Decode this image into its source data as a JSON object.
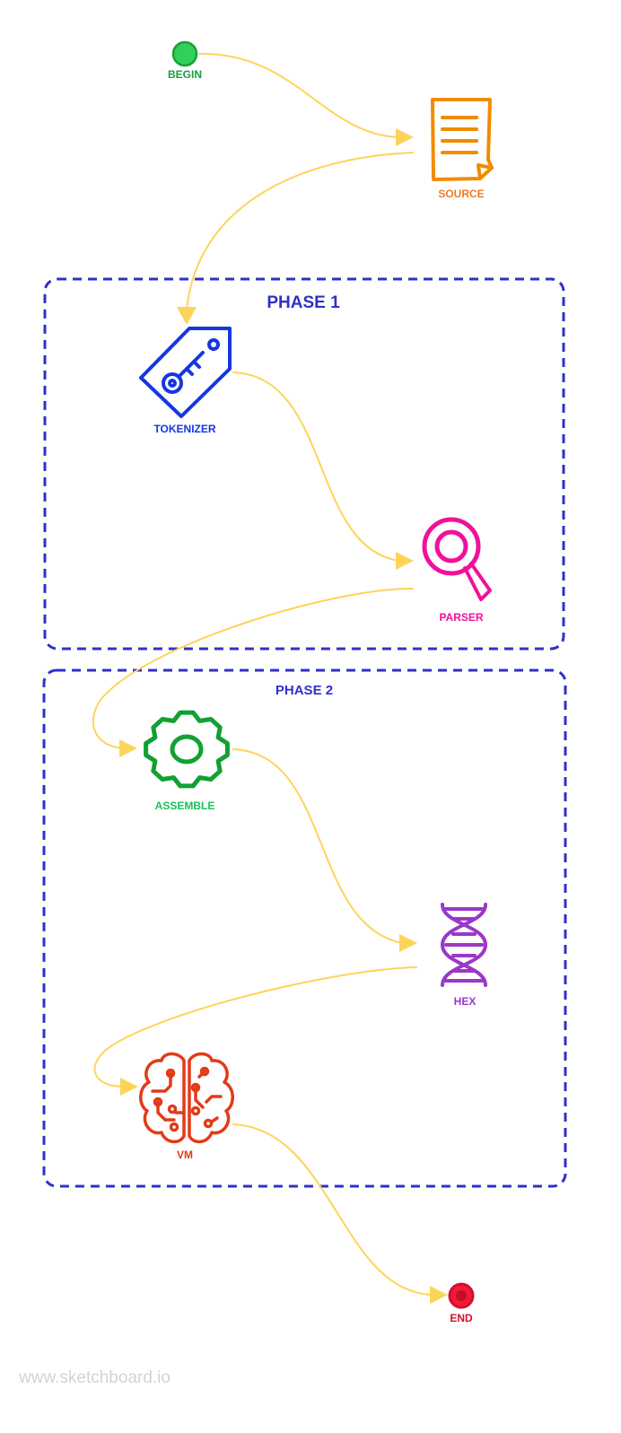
{
  "groups": {
    "phase1": {
      "title": "PHASE 1"
    },
    "phase2": {
      "title": "PHASE 2"
    }
  },
  "nodes": {
    "begin": {
      "label": "BEGIN",
      "color": "#1a9f3a",
      "fill": "#2fd15a",
      "icon": "start-circle-icon"
    },
    "source": {
      "label": "SOURCE",
      "color": "#f07a26",
      "stroke": "#f08c00",
      "icon": "document-icon"
    },
    "tokenizer": {
      "label": "TOKENIZER",
      "color": "#1637e0",
      "icon": "key-tag-icon"
    },
    "parser": {
      "label": "PARSER",
      "color": "#f0119b",
      "icon": "magnifier-icon"
    },
    "assemble": {
      "label": "ASSEMBLE",
      "color": "#19c25a",
      "stroke": "#12a032",
      "icon": "gear-icon"
    },
    "hex": {
      "label": "HEX",
      "color": "#9a38c8",
      "icon": "dna-icon"
    },
    "vm": {
      "label": "VM",
      "color": "#e33a18",
      "icon": "circuit-brain-icon"
    },
    "end": {
      "label": "END",
      "color": "#d3102d",
      "fill": "#f01b3c",
      "icon": "end-circle-icon"
    }
  },
  "colors": {
    "edge": "#fdd45b",
    "group_border": "#3030c8",
    "group_title": "#3030c8"
  },
  "watermark": "www.sketchboard.io"
}
